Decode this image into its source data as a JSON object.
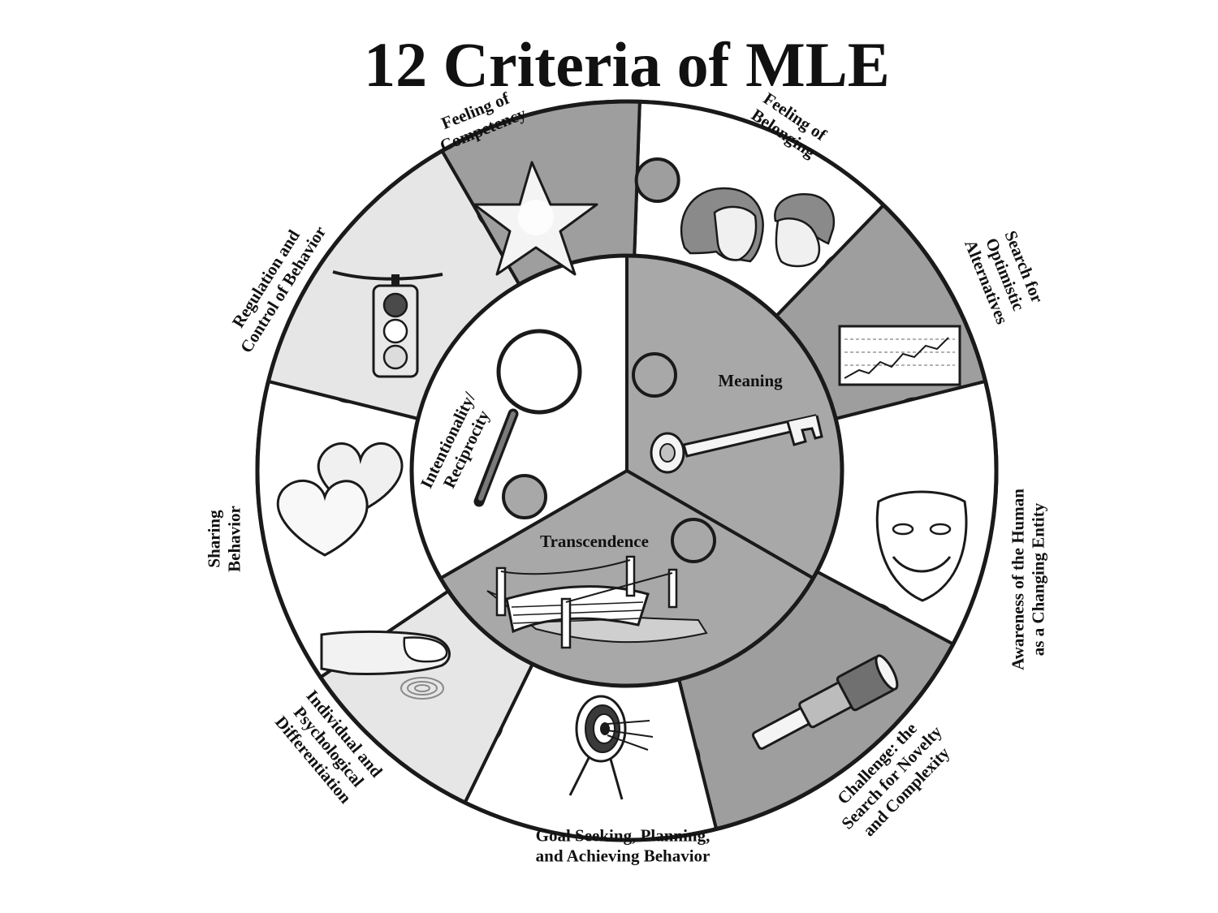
{
  "title": "12 Criteria of MLE",
  "colors": {
    "dark_segment": "#9e9e9e",
    "light_segment": "#e6e6e6",
    "white_segment": "#ffffff",
    "inner_dark": "#a8a8a8",
    "inner_light": "#d6d6d6",
    "outline": "#1a1a1a"
  },
  "outer_criteria": [
    {
      "lines": [
        "Feeling of",
        "Competency"
      ],
      "icon": "star-icon"
    },
    {
      "lines": [
        "Feeling of",
        "Belonging"
      ],
      "icon": "faces-icon"
    },
    {
      "lines": [
        "Search for",
        "Optimistic",
        "Alternatives"
      ],
      "icon": "rising-chart-icon"
    },
    {
      "lines": [
        "Awareness of the Human",
        "as a Changing Entity"
      ],
      "icon": "mask-icon"
    },
    {
      "lines": [
        "Challenge: the",
        "Search for Novelty",
        "and Complexity"
      ],
      "icon": "telescope-icon"
    },
    {
      "lines": [
        "Goal Seeking, Planning,",
        "and Achieving Behavior"
      ],
      "icon": "target-icon"
    },
    {
      "lines": [
        "Individual and",
        "Psychological",
        "Differentiation"
      ],
      "icon": "fingerprint-icon"
    },
    {
      "lines": [
        "Sharing",
        "Behavior"
      ],
      "icon": "hearts-icon"
    },
    {
      "lines": [
        "Regulation and",
        "Control of Behavior"
      ],
      "icon": "traffic-light-icon"
    }
  ],
  "inner_criteria": [
    {
      "lines": [
        "Intentionality/",
        "Reciprocity"
      ],
      "icon": "magnifying-glass-icon"
    },
    {
      "lines": [
        "Meaning"
      ],
      "icon": "key-icon"
    },
    {
      "lines": [
        "Transcendence"
      ],
      "icon": "bridge-icon"
    }
  ]
}
